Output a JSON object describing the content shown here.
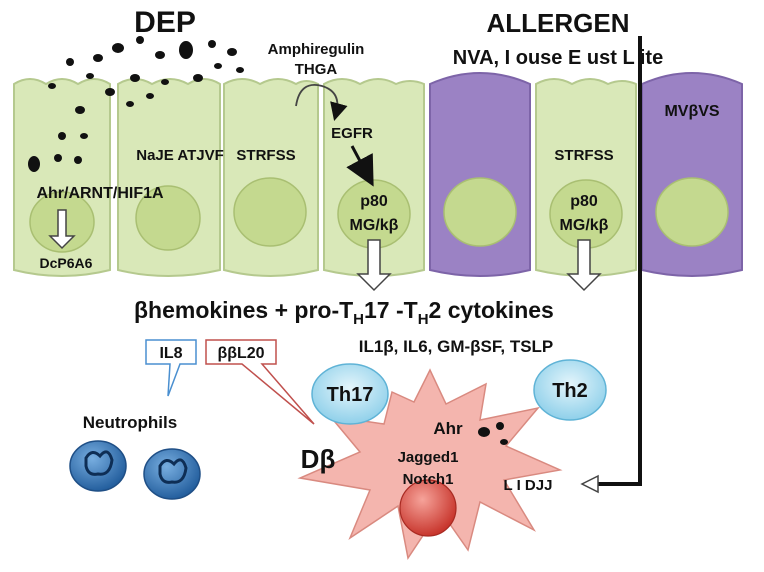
{
  "labels": {
    "dep": "DEP",
    "allergen": "ALLERGEN",
    "allergen_sub": "NVA, I ouse E ust L ite",
    "amphiregulin": "Amphiregulin",
    "thga": "THGA",
    "egfr": "EGFR",
    "mvbvs": "MVβVS",
    "naje": "NaJE ATJVF",
    "strfss_left": "STRFSS",
    "strfss_right": "STRFSS",
    "ahr_complex": "Ahr/ARNT/HIF1A",
    "dcp6a6": "DcP6A6",
    "p80_a": "p80",
    "mgk_a": "MG/kβ",
    "p80_b": "p80",
    "mgk_b": "MG/kβ",
    "chemokines_main": "βhemokines + pro-T",
    "chemokines_h1": "H",
    "chemokines_17": "17 -T",
    "chemokines_h2": "H",
    "chemokines_2": "2 cytokines",
    "cytokines_list": "IL1β, IL6, GM-βSF, TSLP",
    "il8": "IL8",
    "ccl20": "ββL20",
    "neutrophils": "Neutrophils",
    "dc": "Dβ",
    "th17": "Th17",
    "th2": "Th2",
    "ahr": "Ahr",
    "jagged1": "Jagged1",
    "notch1": "Notch1",
    "lidjj": "L I DJJ"
  },
  "colors": {
    "epithelial_cell": "#d9e8b8",
    "epithelial_nucleus": "#c4d98f",
    "mucous_cell": "#9b82c4",
    "th_cell": "#a9dcef",
    "dendritic_cell": "#f4b5ae",
    "nucleus_red": "#d9443a",
    "neutrophil": "#3f7fc0",
    "callout_blue": "#4a8fd0",
    "callout_red": "#c0504d"
  }
}
